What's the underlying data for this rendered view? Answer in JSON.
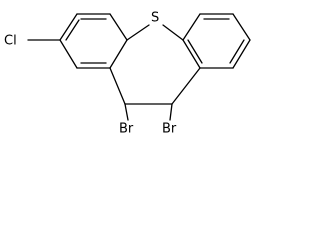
{
  "molecule": {
    "atoms": {
      "sulfur": "S",
      "chlorine": "Cl",
      "bromine_left": "Br",
      "bromine_right": "Br"
    }
  },
  "colors": {
    "bond": "#000000",
    "background": "#ffffff"
  }
}
